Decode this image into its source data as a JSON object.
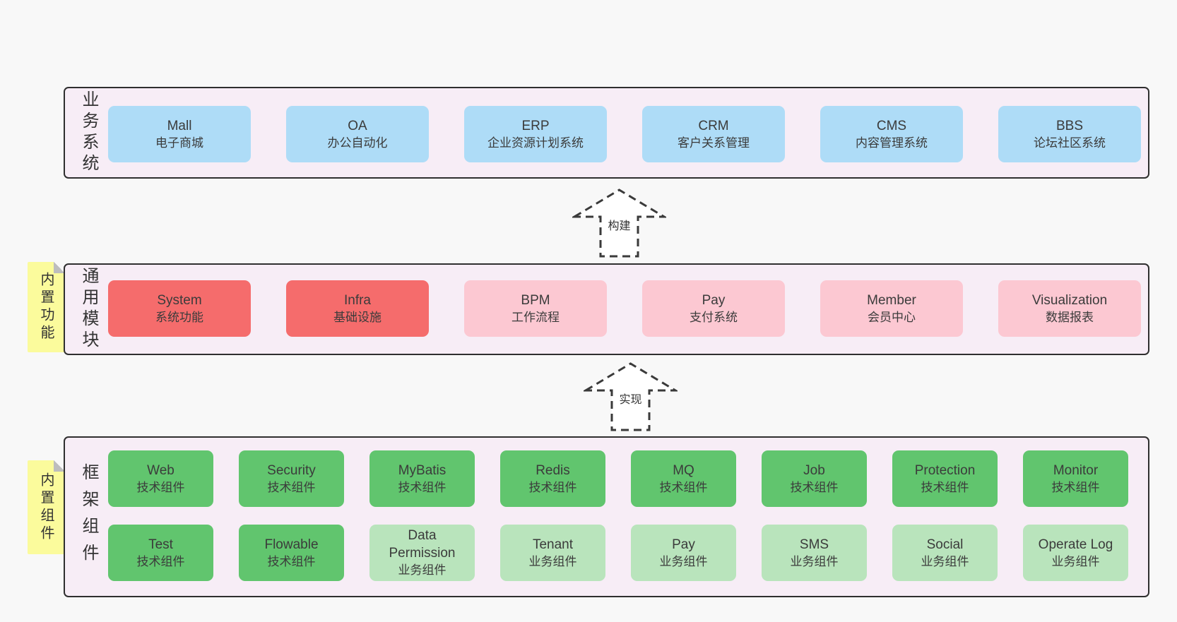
{
  "colors": {
    "page_bg": "#f8f8f8",
    "panel_bg": "#f7edf6",
    "panel_border": "#2f2f2f",
    "blue": "#aedcf7",
    "red": "#f56c6c",
    "pink": "#fcc8d2",
    "green": "#61c56e",
    "lightgreen": "#b9e4bc",
    "yellow": "#fbfb9c",
    "fold_gray": "#bdbdbd",
    "text": "#3b3b3b"
  },
  "arrows": [
    {
      "label": "构建"
    },
    {
      "label": "实现"
    }
  ],
  "layers": [
    {
      "label": "业务系统",
      "boxes": [
        {
          "name": "Mall",
          "desc": "电子商城"
        },
        {
          "name": "OA",
          "desc": "办公自动化"
        },
        {
          "name": "ERP",
          "desc": "企业资源计划系统"
        },
        {
          "name": "CRM",
          "desc": "客户关系管理"
        },
        {
          "name": "CMS",
          "desc": "内容管理系统"
        },
        {
          "name": "BBS",
          "desc": "论坛社区系统"
        }
      ]
    },
    {
      "label": "通用模块",
      "tag": "内置功能",
      "boxes": [
        {
          "name": "System",
          "desc": "系统功能"
        },
        {
          "name": "Infra",
          "desc": "基础设施"
        },
        {
          "name": "BPM",
          "desc": "工作流程"
        },
        {
          "name": "Pay",
          "desc": "支付系统"
        },
        {
          "name": "Member",
          "desc": "会员中心"
        },
        {
          "name": "Visualization",
          "desc": "数据报表"
        }
      ]
    },
    {
      "label": "框架组件",
      "tag": "内置组件",
      "boxes": [
        {
          "name": "Web",
          "desc": "技术组件"
        },
        {
          "name": "Security",
          "desc": "技术组件"
        },
        {
          "name": "MyBatis",
          "desc": "技术组件"
        },
        {
          "name": "Redis",
          "desc": "技术组件"
        },
        {
          "name": "MQ",
          "desc": "技术组件"
        },
        {
          "name": "Job",
          "desc": "技术组件"
        },
        {
          "name": "Protection",
          "desc": "技术组件"
        },
        {
          "name": "Monitor",
          "desc": "技术组件"
        },
        {
          "name": "Test",
          "desc": "技术组件"
        },
        {
          "name": "Flowable",
          "desc": "技术组件"
        },
        {
          "name": "Data Permission",
          "desc": "业务组件"
        },
        {
          "name": "Tenant",
          "desc": "业务组件"
        },
        {
          "name": "Pay",
          "desc": "业务组件"
        },
        {
          "name": "SMS",
          "desc": "业务组件"
        },
        {
          "name": "Social",
          "desc": "业务组件"
        },
        {
          "name": "Operate Log",
          "desc": "业务组件"
        }
      ]
    }
  ]
}
